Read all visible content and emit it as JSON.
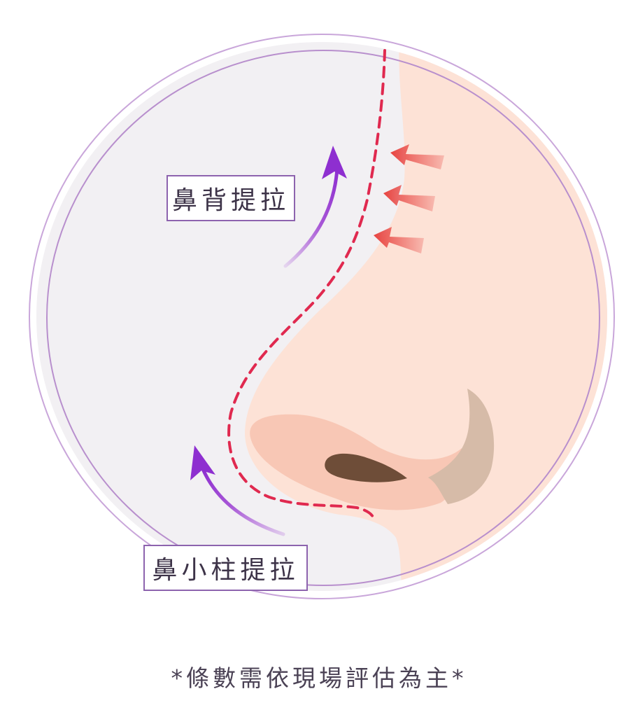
{
  "labels": {
    "dorsum_lift": "鼻背提拉",
    "columella_lift": "鼻小柱提拉"
  },
  "footer": {
    "note": "*條數需依現場評估為主*"
  },
  "icons": {
    "lift_arrow": "curved-arrow-icon",
    "tighten_arrow": "arrow-left-icon"
  },
  "colors": {
    "background_circle": "#f2f0f3",
    "circle_outline": "#b88fcd",
    "skin": "#fde2d6",
    "nostril_area": "#f8c7b5",
    "nostril": "#6e4d38",
    "ala_shadow": "#d6bba8",
    "dashed_line": "#e0294f",
    "lift_arrow": "#9a3bd1",
    "tighten_arrow": "#e8433f",
    "label_border": "#8d63ae"
  }
}
